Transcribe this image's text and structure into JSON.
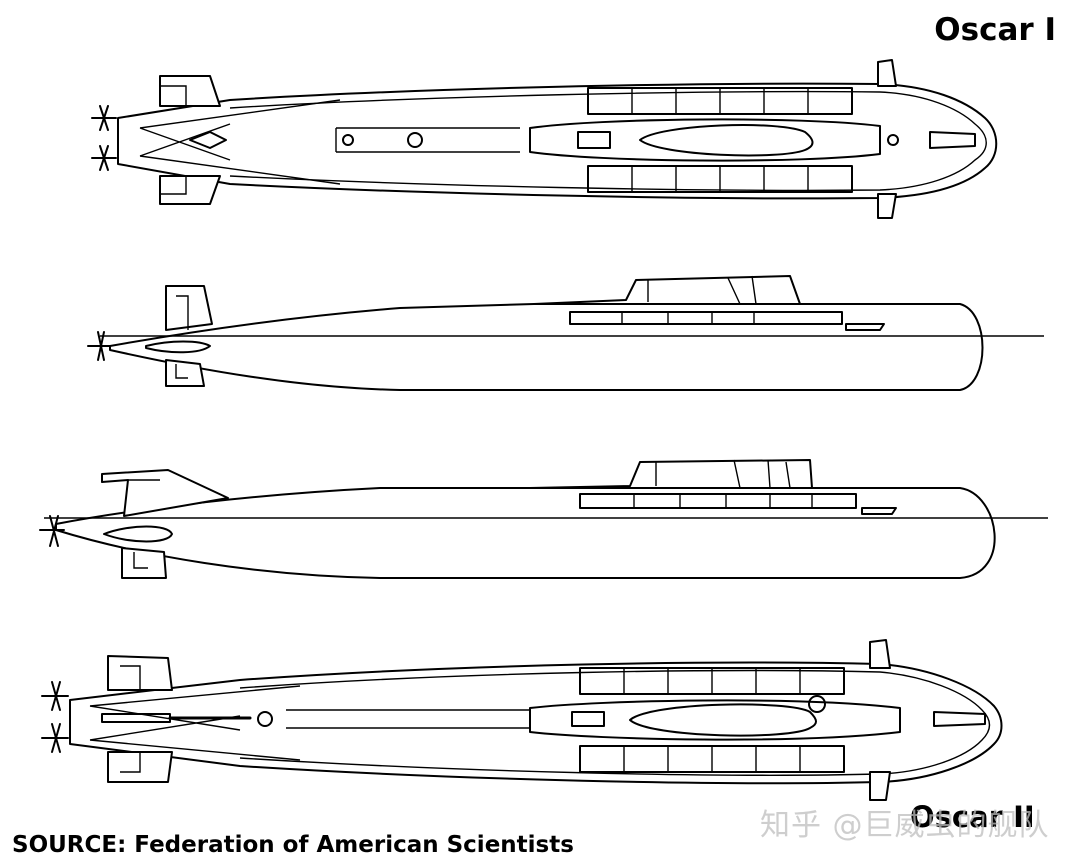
{
  "labels": {
    "top_title": "Oscar I",
    "bottom_title": "Oscar II",
    "source": "SOURCE: Federation of American Scientists",
    "watermark": "知乎 @巨威虫的舰队"
  },
  "colors": {
    "line": "#000000",
    "background": "#ffffff",
    "watermark": "#bebebe"
  }
}
